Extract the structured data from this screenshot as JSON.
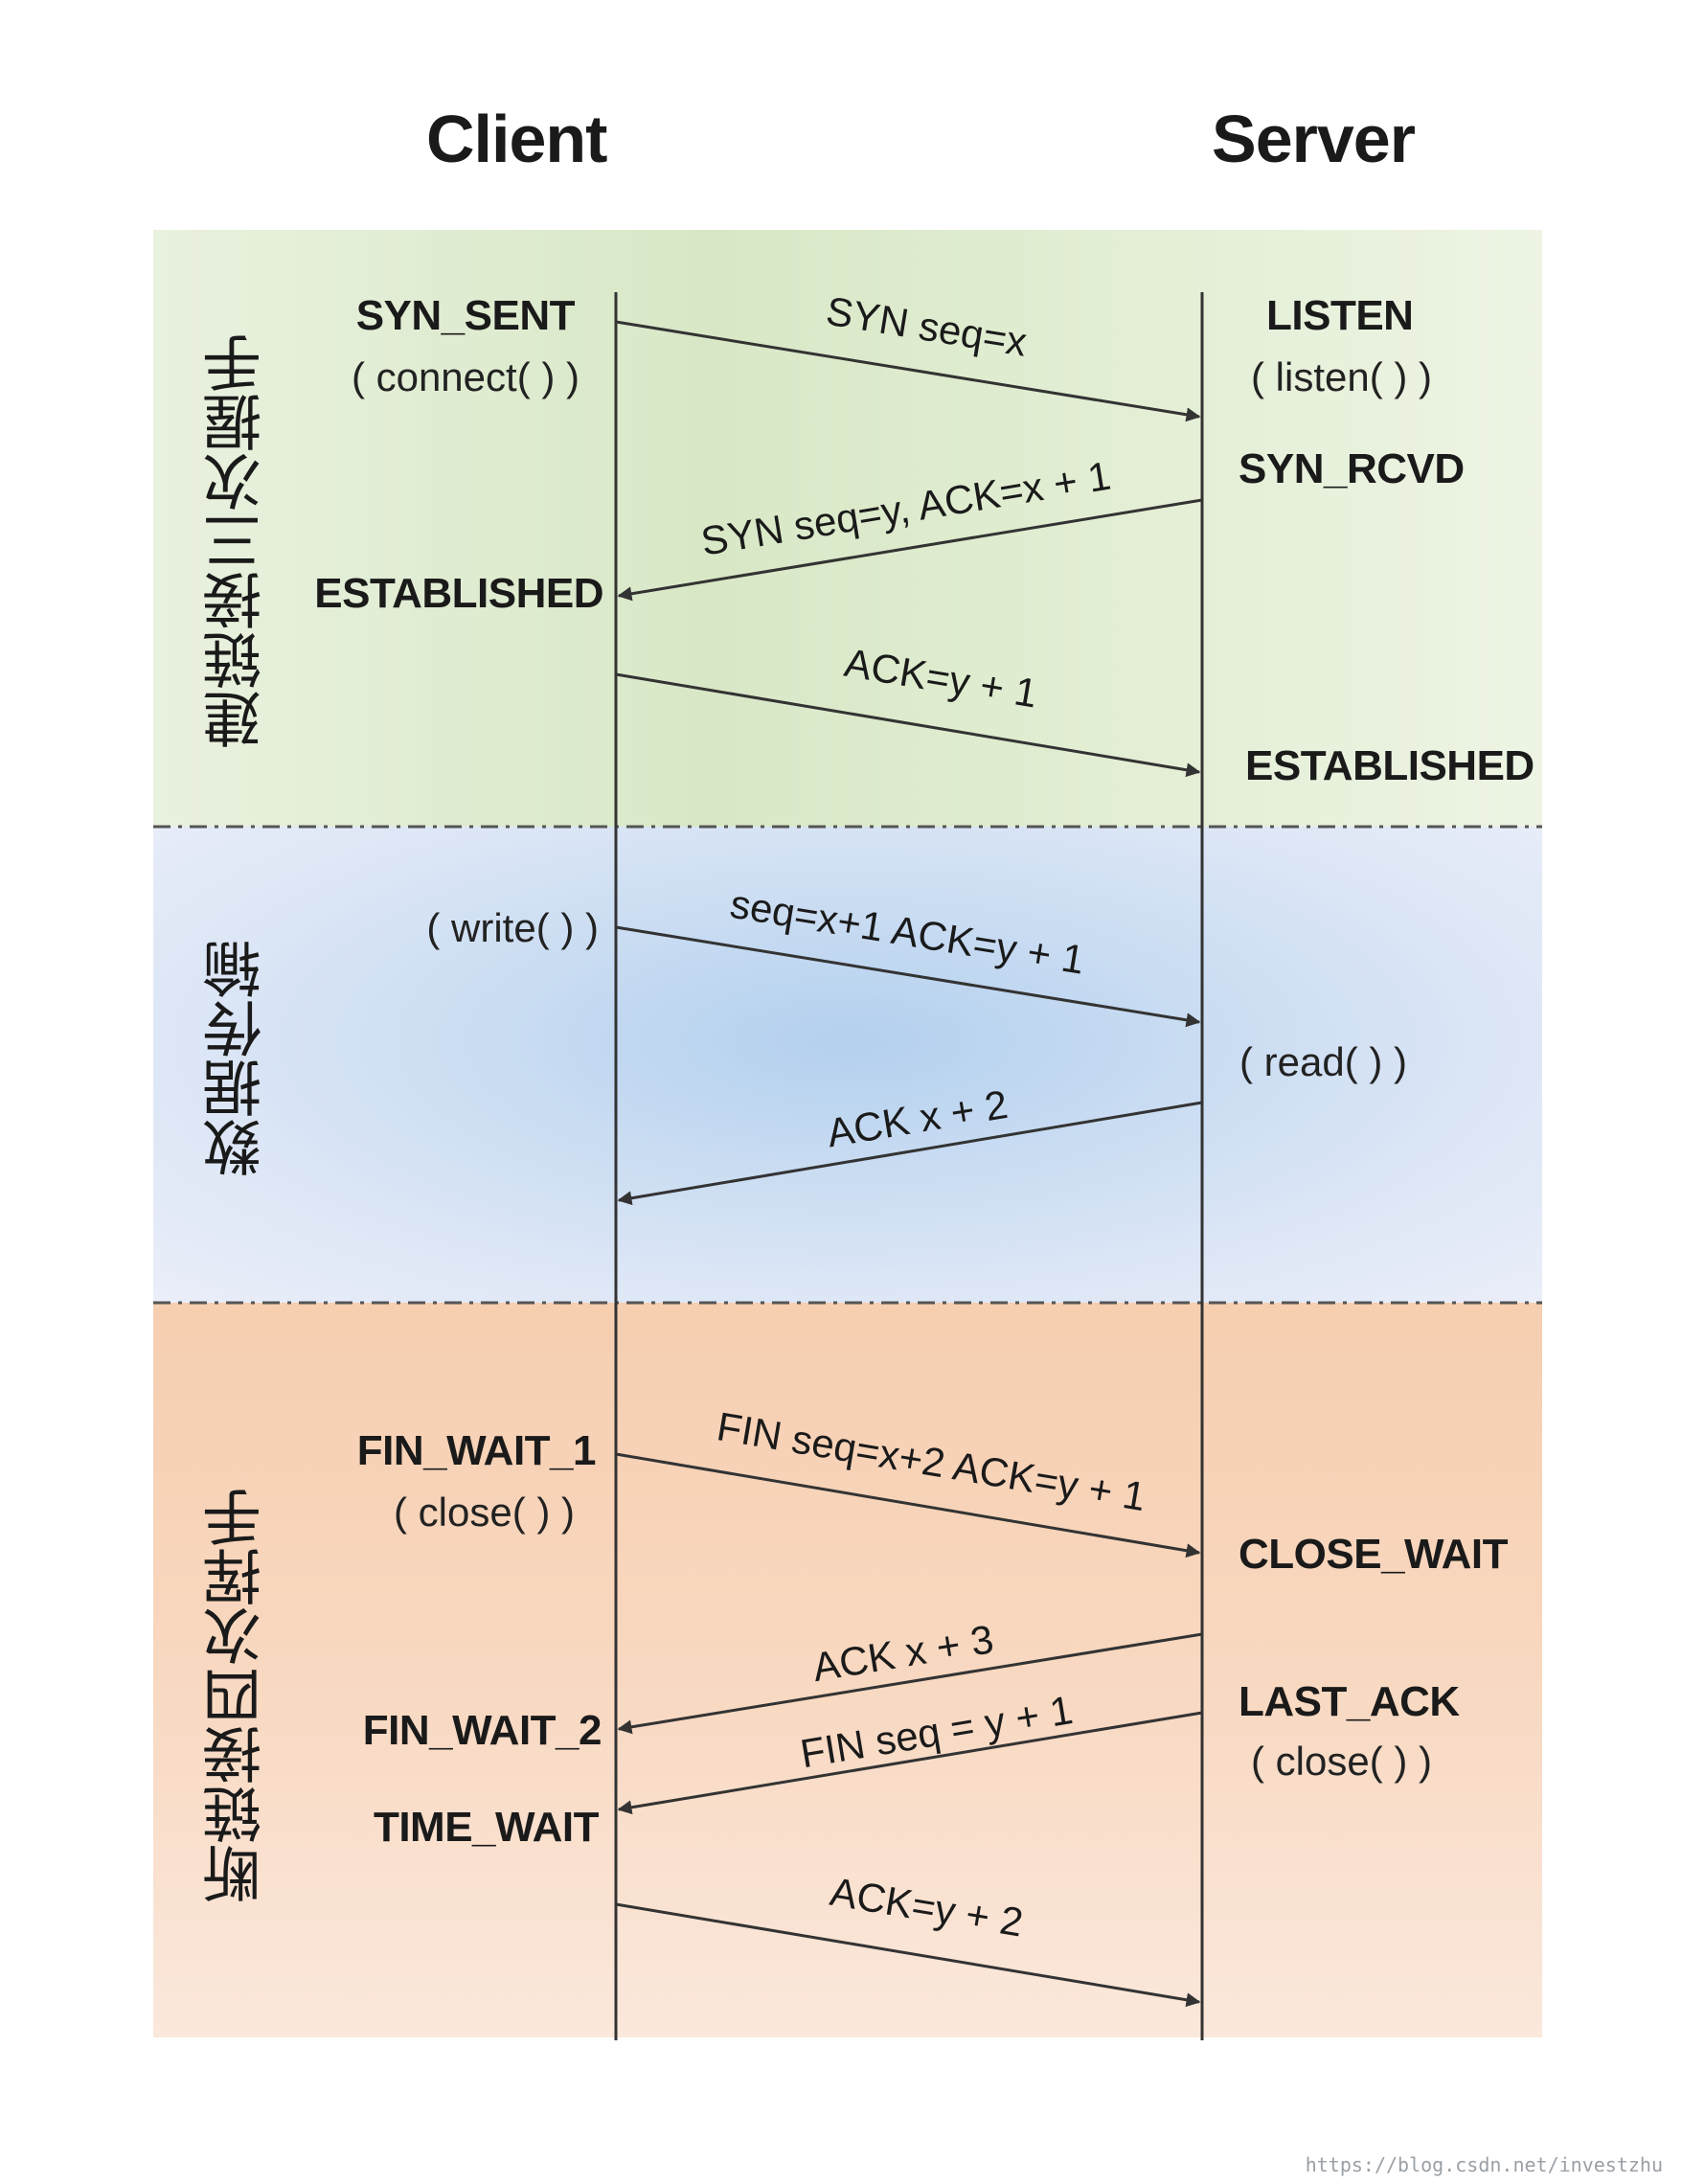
{
  "headers": {
    "client": "Client",
    "server": "Server"
  },
  "phases": {
    "setup": "建链接三次握手",
    "data": "数据传输",
    "close": "断链接四次挥手"
  },
  "client_states": {
    "syn_sent": "SYN_SENT",
    "connect_call": "( connect( ) )",
    "established": "ESTABLISHED",
    "write_call": "( write( ) )",
    "fin_wait_1": "FIN_WAIT_1",
    "close_call": "( close( ) )",
    "fin_wait_2": "FIN_WAIT_2",
    "time_wait": "TIME_WAIT"
  },
  "server_states": {
    "listen": "LISTEN",
    "listen_call": "( listen( ) )",
    "syn_rcvd": "SYN_RCVD",
    "established": "ESTABLISHED",
    "read_call": "( read( ) )",
    "close_wait": "CLOSE_WAIT",
    "last_ack": "LAST_ACK",
    "close_call": "( close( ) )"
  },
  "messages": [
    {
      "label": "SYN seq=x",
      "direction": "client-to-server"
    },
    {
      "label": "SYN seq=y, ACK=x + 1",
      "direction": "server-to-client"
    },
    {
      "label": "ACK=y + 1",
      "direction": "client-to-server"
    },
    {
      "label": "seq=x+1 ACK=y + 1",
      "direction": "client-to-server"
    },
    {
      "label": "ACK x + 2",
      "direction": "server-to-client"
    },
    {
      "label": "FIN seq=x+2 ACK=y + 1",
      "direction": "client-to-server"
    },
    {
      "label": "ACK x + 3",
      "direction": "server-to-client"
    },
    {
      "label": "FIN seq = y + 1",
      "direction": "server-to-client"
    },
    {
      "label": "ACK=y + 2",
      "direction": "client-to-server"
    }
  ],
  "watermark": "https://blog.csdn.net/investzhu",
  "colors": {
    "setup_band": "#d8e8c6",
    "data_band": "#c9dcf2",
    "close_band": "#f8d8c0",
    "line": "#333333"
  }
}
